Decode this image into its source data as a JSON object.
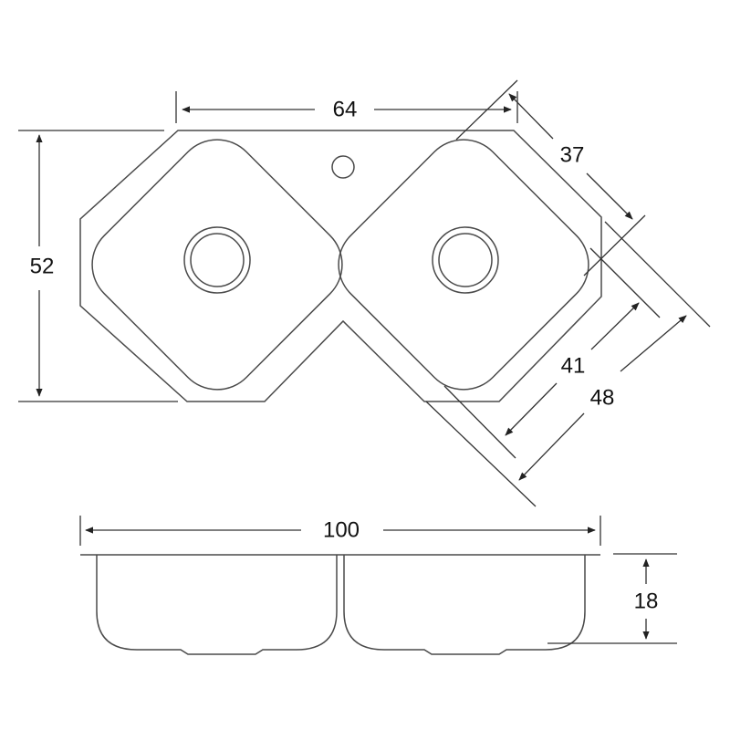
{
  "dimensions": {
    "top_width": "64",
    "depth": "52",
    "diagonal_edge": "37",
    "bowl_diagonal": "41",
    "overall_diagonal": "48",
    "side_width": "100",
    "height": "18"
  },
  "colors": {
    "line": "#4a4a4a",
    "background": "#ffffff"
  }
}
